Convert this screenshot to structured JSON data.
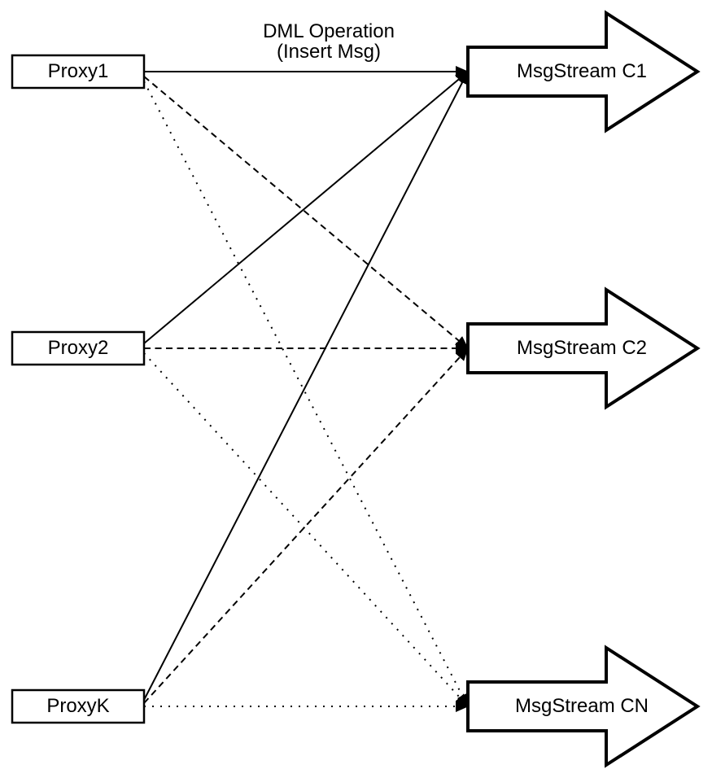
{
  "colors": {
    "ink": "#000000",
    "background": "#ffffff",
    "shape_fill": "#ffffff"
  },
  "title": {
    "line1": "DML Operation",
    "line2": "(Insert Msg)"
  },
  "proxies": [
    {
      "label": "Proxy1"
    },
    {
      "label": "Proxy2"
    },
    {
      "label": "ProxyK"
    }
  ],
  "streams": [
    {
      "label": "MsgStream C1"
    },
    {
      "label": "MsgStream C2"
    },
    {
      "label": "MsgStream CN"
    }
  ],
  "edges": [
    {
      "from": "Proxy1",
      "to": "MsgStream C1",
      "style": "solid"
    },
    {
      "from": "Proxy1",
      "to": "MsgStream C2",
      "style": "dashed"
    },
    {
      "from": "Proxy1",
      "to": "MsgStream CN",
      "style": "dotted"
    },
    {
      "from": "Proxy2",
      "to": "MsgStream C1",
      "style": "solid"
    },
    {
      "from": "Proxy2",
      "to": "MsgStream C2",
      "style": "dashed"
    },
    {
      "from": "Proxy2",
      "to": "MsgStream CN",
      "style": "dotted"
    },
    {
      "from": "ProxyK",
      "to": "MsgStream C1",
      "style": "solid"
    },
    {
      "from": "ProxyK",
      "to": "MsgStream C2",
      "style": "dashed"
    },
    {
      "from": "ProxyK",
      "to": "MsgStream CN",
      "style": "dotted"
    }
  ]
}
